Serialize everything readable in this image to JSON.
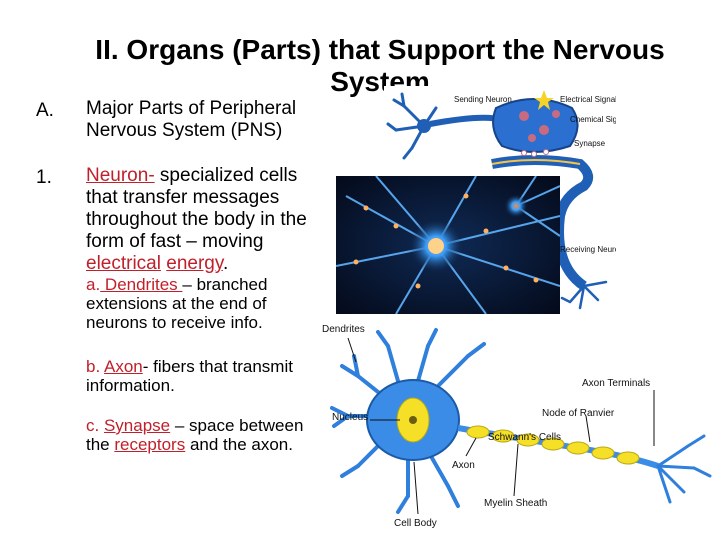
{
  "slide": {
    "title": "II. Organs (Parts) that Support the Nervous System",
    "item_a": {
      "marker": "A.",
      "text": "Major Parts of Peripheral Nervous System (PNS)"
    },
    "item_1": {
      "marker": "1.",
      "term": "Neuron-",
      "text_before": " specialized cells that transfer messages throughout the body in the form of fast – moving ",
      "word_electrical": "electrical",
      "word_energy": "energy",
      "text_end": "."
    },
    "sub_a": {
      "marker": "a.",
      "term": " Dendrites ",
      "text": "– branched extensions at the end of neurons to receive info."
    },
    "sub_b": {
      "marker": "b.",
      "term": "Axon",
      "text": "- fibers that transmit information."
    },
    "sub_c": {
      "marker": "c.",
      "term": "Synapse",
      "text_mid": " – space between the ",
      "term2": "receptors",
      "text_end": " and the axon."
    }
  },
  "synapse_diagram": {
    "labels": {
      "sending_neuron": "Sending Neuron",
      "electrical_signal": "Electrical Signal",
      "chemical_signal": "Chemical Signal",
      "synapse": "Synapse",
      "receiving_neuron": "Receiving Neuron"
    }
  },
  "neuron_diagram": {
    "labels": {
      "dendrites": "Dendrites",
      "nucleus": "Nucleus",
      "axon_terminals": "Axon Terminals",
      "node_of_ranvier": "Node of Ranvier",
      "schwanns_cells": "Schwann's Cells",
      "axon": "Axon",
      "myelin_sheath": "Myelin Sheath",
      "cell_body": "Cell Body"
    }
  },
  "colors": {
    "accent_red": "#c0202a",
    "neuron_blue": "#1f5fb5",
    "nucleus_yellow": "#f5e027"
  }
}
